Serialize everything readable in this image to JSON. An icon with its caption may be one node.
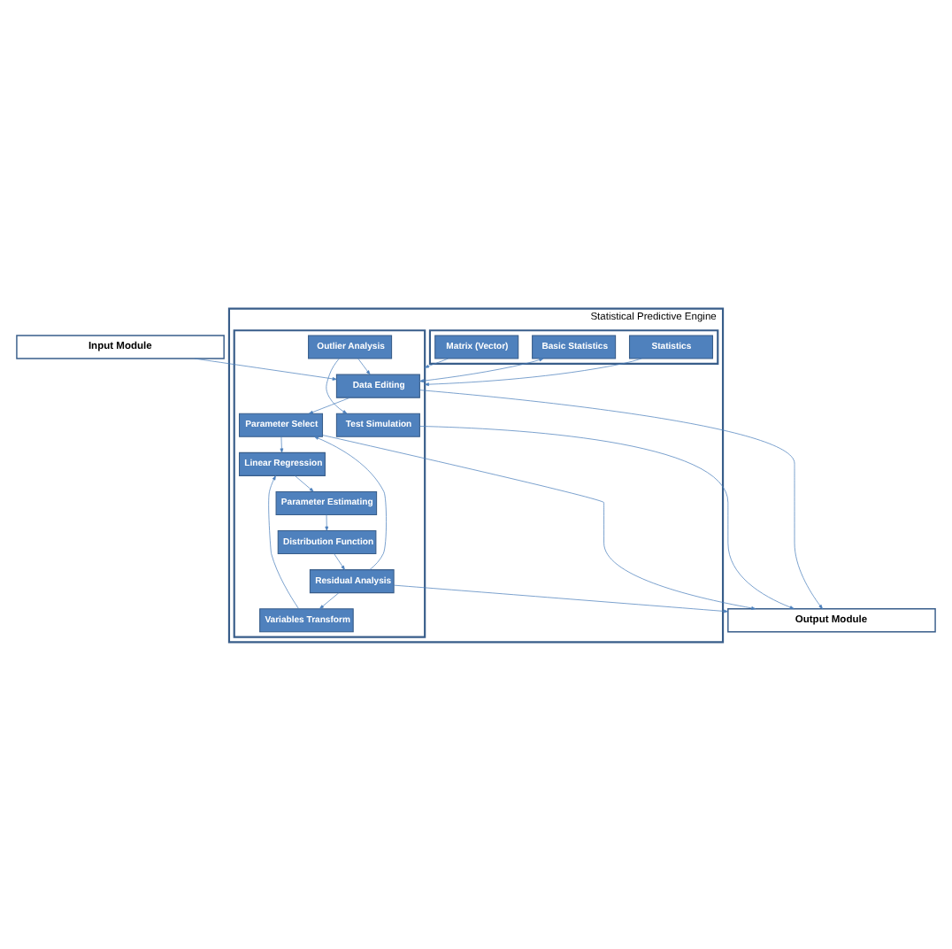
{
  "diagram": {
    "nodes": [
      {
        "text": [
          "Input Module"
        ]
      },
      {
        "text": [
          "Statistical Predictive Engine"
        ]
      },
      {
        "text": [],
        "shape": "box",
        "in": 1
      },
      {
        "text": [
          "Basic Statistics"
        ],
        "in": 2
      },
      {
        "text": [
          "Matrix (Vector)"
        ],
        "in": 2
      },
      {
        "text": [
          "Statistics"
        ],
        "in": 2
      },
      {
        "text": [],
        "shape": "box",
        "in": 1
      },
      {
        "text": [
          "Data Editing"
        ],
        "in": 6
      },
      {
        "text": [
          "Parameter Select"
        ],
        "in": 6
      },
      {
        "text": [
          "Linear Regression"
        ],
        "in": 6
      },
      {
        "text": [
          "Variables Transform"
        ],
        "in": 6
      },
      {
        "text": [
          "Outlier Analysis"
        ],
        "in": 6
      },
      {
        "text": [
          "Residual Analysis"
        ],
        "in": 6
      },
      {
        "text": [
          "Parameter Estimating"
        ],
        "in": 6
      },
      {
        "text": [
          "Test Simulation"
        ],
        "in": 6
      },
      {
        "text": [
          "Distribution Function"
        ],
        "in": 6
      },
      {
        "text": [
          "Output Module"
        ]
      }
    ],
    "edges": [
      {
        "from": 0,
        "to": 7,
        "arrow": "to"
      },
      {
        "from": 3,
        "to": 7,
        "arrow": "both"
      },
      {
        "from": 4,
        "to": 6,
        "arrow": "to"
      },
      {
        "from": 5,
        "to": 6,
        "arrow": "to"
      },
      {
        "from": 7,
        "to": 8,
        "arrow": "to"
      },
      {
        "from": 8,
        "to": 9,
        "arrow": "to"
      },
      {
        "from": 10,
        "to": 9,
        "arrow": "to"
      },
      {
        "from": 12,
        "to": 8,
        "arrow": "to"
      },
      {
        "from": 12,
        "to": 10,
        "arrow": "to"
      },
      {
        "from": 9,
        "to": 13,
        "arrow": "to"
      },
      {
        "from": 11,
        "to": 7,
        "arrow": "to"
      },
      {
        "from": 11,
        "to": 14,
        "arrow": "to"
      },
      {
        "from": 13,
        "to": 15,
        "arrow": "to"
      },
      {
        "from": 15,
        "to": 12,
        "arrow": "to"
      },
      {
        "from": 14,
        "to": 16,
        "arrow": "to"
      },
      {
        "from": 12,
        "to": 16,
        "arrow": "to"
      },
      {
        "from": 7,
        "to": 16,
        "arrow": "to"
      },
      {
        "from": 8,
        "to": 16,
        "arrow": "to"
      }
    ]
  }
}
